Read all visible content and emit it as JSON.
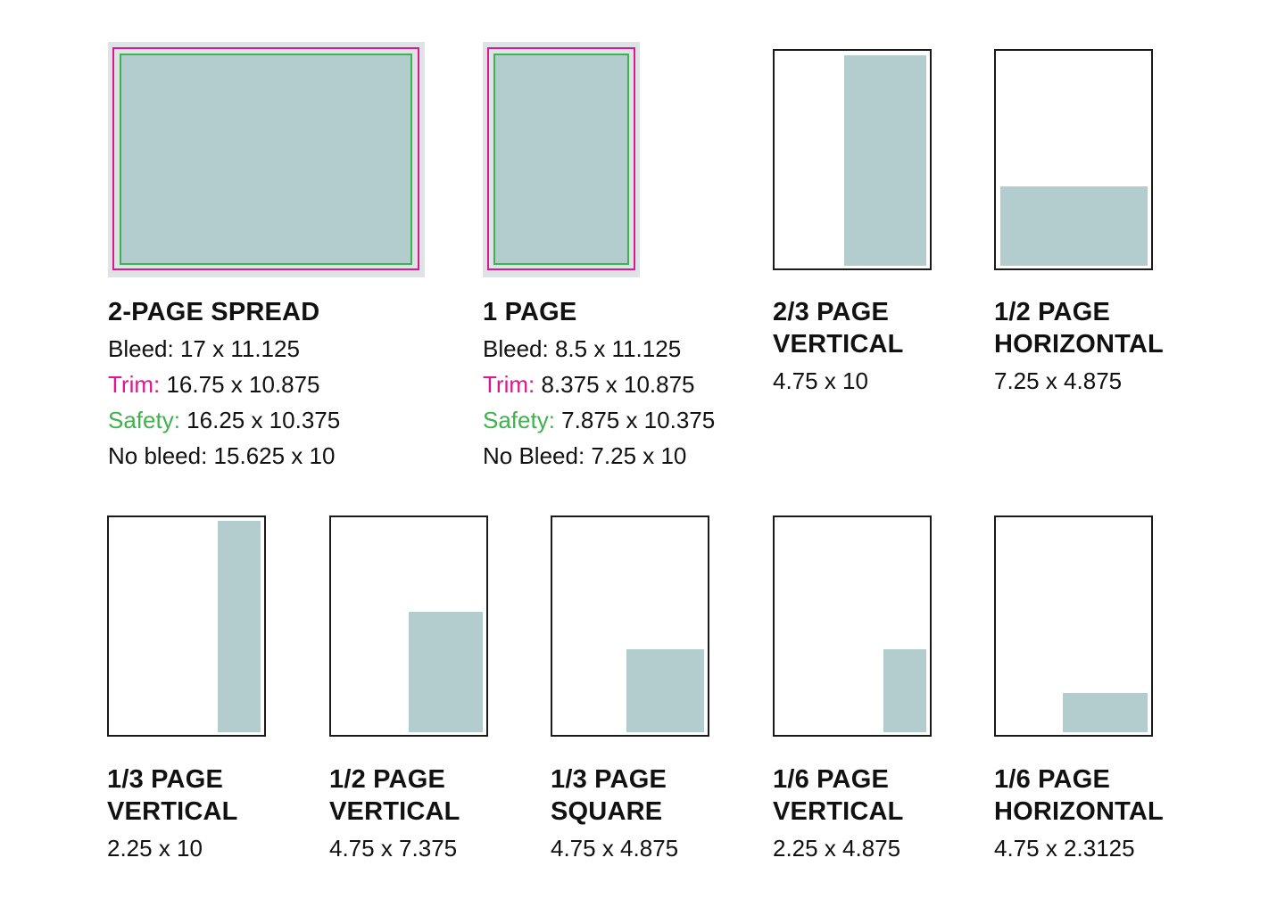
{
  "colors": {
    "ad_fill": "#b3cdcf",
    "bleed": "#dde3e7",
    "trim": "#e0168c",
    "safety": "#3cb44b",
    "outline": "#1a1a1a"
  },
  "spread": {
    "title": "2-PAGE SPREAD",
    "bleed": {
      "label": "Bleed:",
      "value": "17 x 11.125"
    },
    "trim": {
      "label": "Trim:",
      "value": "16.75 x 10.875"
    },
    "safety": {
      "label": "Safety:",
      "value": "16.25 x 10.375"
    },
    "nobleed": {
      "label": "No bleed:",
      "value": "15.625 x 10"
    }
  },
  "onepage": {
    "title": "1 PAGE",
    "bleed": {
      "label": "Bleed:",
      "value": "8.5 x 11.125"
    },
    "trim": {
      "label": "Trim:",
      "value": "8.375 x 10.875"
    },
    "safety": {
      "label": "Safety:",
      "value": "7.875 x 10.375"
    },
    "nobleed": {
      "label": "No Bleed:",
      "value": "7.25 x 10"
    }
  },
  "ads": [
    {
      "title1": "2/3 PAGE",
      "title2": "VERTICAL",
      "dims": "4.75 x 10"
    },
    {
      "title1": "1/2 PAGE",
      "title2": "HORIZONTAL",
      "dims": "7.25 x 4.875"
    },
    {
      "title1": "1/3 PAGE",
      "title2": "VERTICAL",
      "dims": "2.25 x 10"
    },
    {
      "title1": "1/2 PAGE",
      "title2": "VERTICAL",
      "dims": "4.75 x 7.375"
    },
    {
      "title1": "1/3 PAGE",
      "title2": "SQUARE",
      "dims": "4.75 x 4.875"
    },
    {
      "title1": "1/6 PAGE",
      "title2": "VERTICAL",
      "dims": "2.25 x 4.875"
    },
    {
      "title1": "1/6 PAGE",
      "title2": "HORIZONTAL",
      "dims": "4.75 x 2.3125"
    }
  ]
}
